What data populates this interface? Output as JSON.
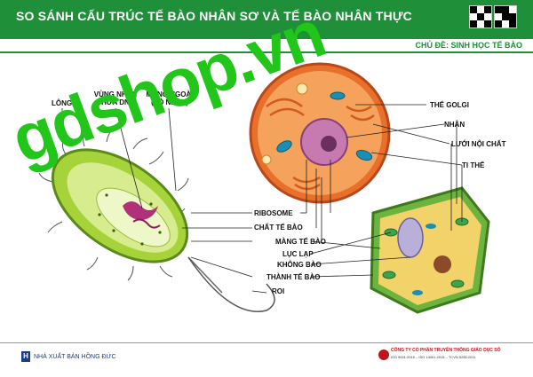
{
  "header": {
    "title": "SO SÁNH CẤU TRÚC TẾ BÀO NHÂN SƠ VÀ TẾ BÀO NHÂN THỰC",
    "subtitle": "CHỦ ĐỀ: SINH HỌC TẾ BÀO"
  },
  "watermark": "gdshop.vn",
  "labels": {
    "long": "LÔNG",
    "vung_nhan": "VÙNG NHÂN\nCHỨA DNA",
    "mang_ngoai": "MÀNG NGOÀI\n(VỎ NHẦY)",
    "the_golgi": "THỂ GOLGI",
    "nhan": "NHÂN",
    "luoi_noi_chat": "LƯỚI NỘI CHẤT",
    "ti_the": "TI THỂ",
    "ribosome": "RIBOSOME",
    "chat_te_bao": "CHẤT TẾ BÀO",
    "mang_te_bao": "MÀNG TẾ BÀO",
    "luc_lap": "LỤC LẠP",
    "khong_bao": "KHÔNG BÀO",
    "thanh_te_bao": "THÀNH TẾ BÀO",
    "roi": "ROI"
  },
  "footer": {
    "publisher_logo": "H",
    "publisher": "NHÀ XUẤT BẢN HỒNG ĐỨC",
    "company": "CÔNG TY CỔ PHẦN TRUYỀN THÔNG GIÁO DỤC SỐ",
    "small_print": "ISO 9001:2015 – ISO 14001:2015 – TCVN 5250:2011"
  },
  "colors": {
    "header_green": "#1f8f3a",
    "watermark_green": "#22c51a",
    "bacteria_green": "#a6d23a",
    "animal_orange": "#e8702a",
    "plant_green": "#6cb33f",
    "publisher_blue": "#1a3a8a",
    "company_red": "#c0151b"
  }
}
